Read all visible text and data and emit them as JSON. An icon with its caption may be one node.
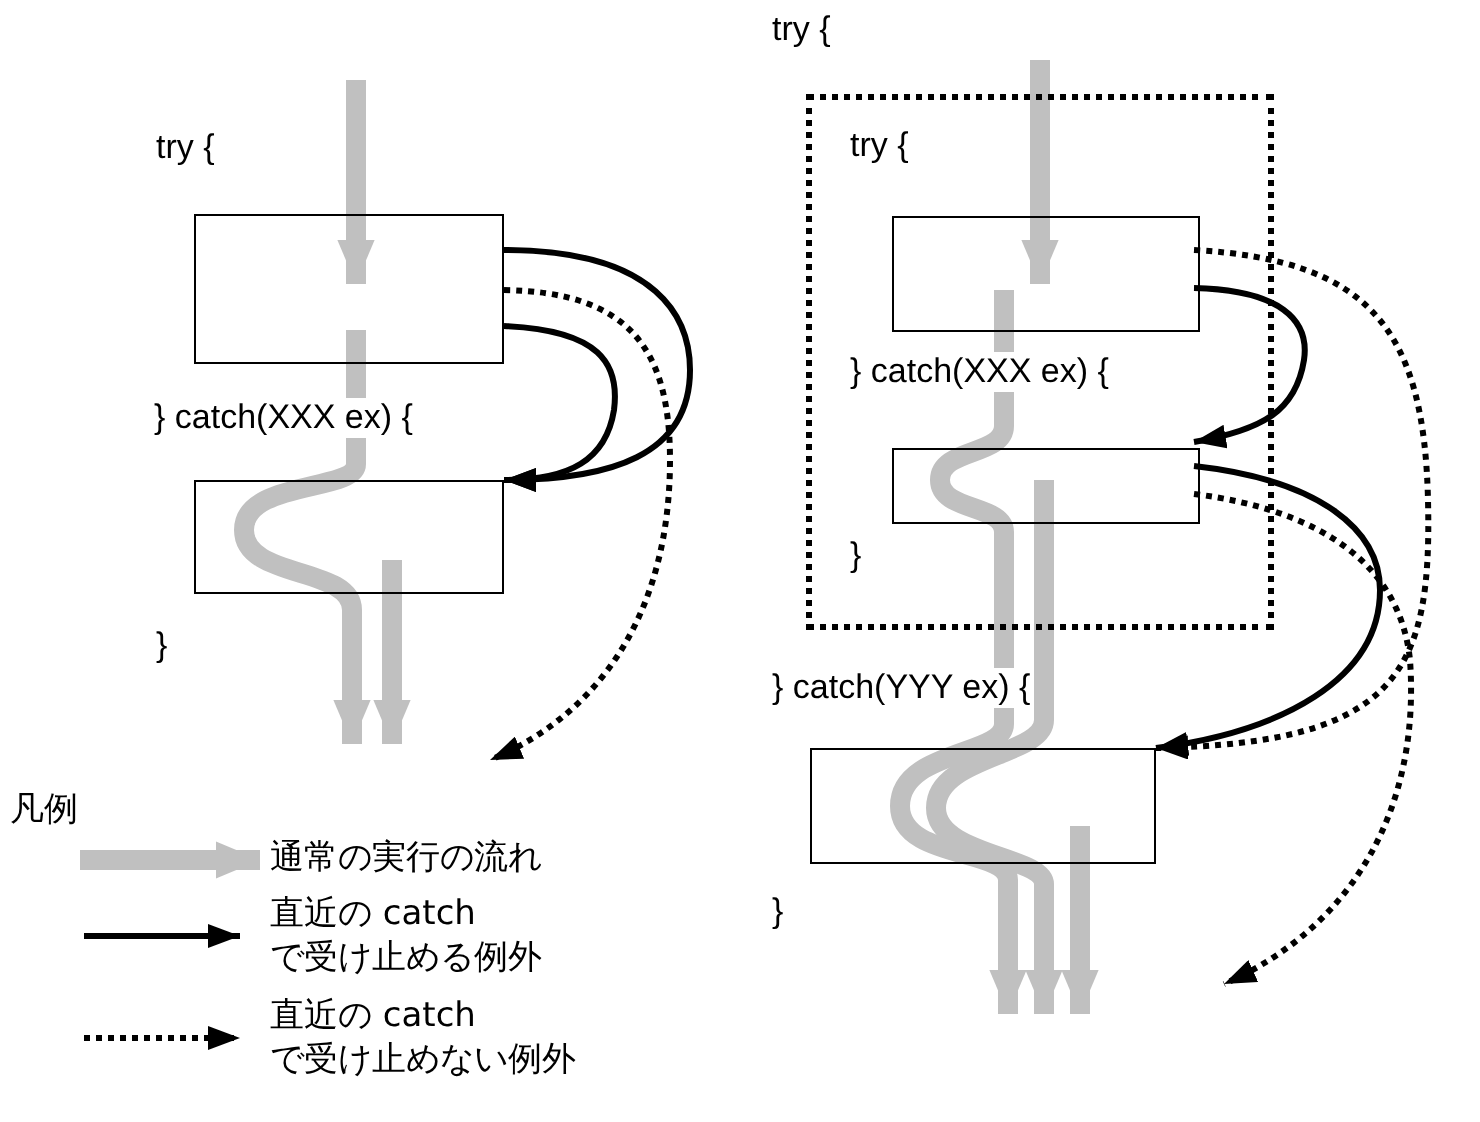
{
  "diagram": {
    "nodes": [
      {
        "text": [],
        "shape": "box"
      },
      {
        "text": [],
        "shape": "box"
      },
      {
        "text": [
          "try {",
          "} catch(XXX ex) {",
          "}"
        ]
      },
      {
        "text": [],
        "shape": "box",
        "in": 2
      },
      {
        "text": [],
        "shape": "box",
        "in": 2
      },
      {
        "text": [],
        "shape": "box"
      }
    ],
    "edges": [
      {
        "from": 0,
        "to": 1,
        "arrow": "to"
      },
      {
        "from": 0,
        "to": 1,
        "arrow": "to"
      },
      {
        "from": 0,
        "to": null,
        "arrow": "to",
        "style": "dashed"
      },
      {
        "from": null,
        "to": 0,
        "arrow": "to",
        "style": "thick",
        "color": "#c0c0c0"
      },
      {
        "from": 0,
        "to": null,
        "arrow": "to",
        "style": "thick",
        "color": "#c0c0c0"
      },
      {
        "from": 1,
        "to": null,
        "arrow": "to",
        "style": "thick",
        "color": "#c0c0c0"
      },
      {
        "from": 3,
        "to": 4,
        "arrow": "to"
      },
      {
        "from": 4,
        "to": 5,
        "arrow": "to"
      },
      {
        "from": 3,
        "to": 5,
        "arrow": "to",
        "style": "dashed"
      },
      {
        "from": 4,
        "to": null,
        "arrow": "to",
        "style": "dashed"
      },
      {
        "from": null,
        "to": 3,
        "arrow": "to",
        "style": "thick",
        "color": "#c0c0c0"
      },
      {
        "from": 3,
        "to": null,
        "arrow": "to",
        "style": "thick",
        "color": "#c0c0c0"
      },
      {
        "from": 4,
        "to": null,
        "arrow": "to",
        "style": "thick",
        "color": "#c0c0c0"
      },
      {
        "from": 5,
        "to": null,
        "arrow": "to",
        "style": "thick",
        "color": "#c0c0c0"
      }
    ],
    "labels": [
      "try {",
      "} catch(XXX ex) {",
      "}",
      "try {",
      "} catch(YYY ex) {",
      "}",
      "凡例"
    ],
    "legend": [
      {
        "text": "通常の実行の流れ"
      },
      {
        "text": "直近の catch で受け止める例外"
      },
      {
        "text": "直近の catch で受け止めない例外"
      }
    ]
  }
}
